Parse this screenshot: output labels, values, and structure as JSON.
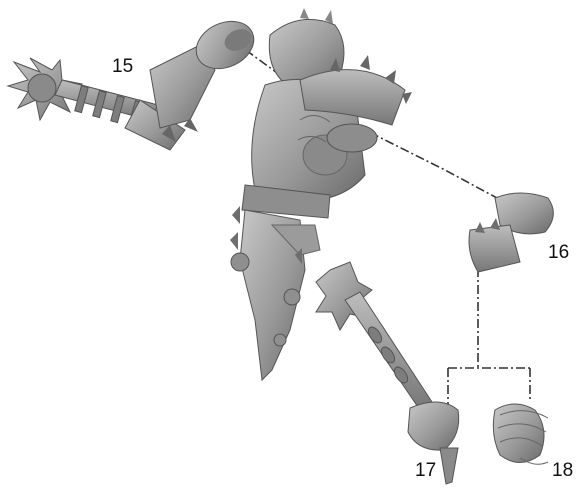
{
  "callouts": {
    "part_15": "15",
    "part_16": "16",
    "part_17": "17",
    "part_18": "18"
  },
  "icons": {
    "figure": "armored-warrior-body-icon",
    "mace_arm": "spiked-mace-arm-icon",
    "left_hand": "gauntlet-hand-icon",
    "weapon_hand": "mace-hand-icon",
    "open_hand": "open-hand-icon"
  },
  "colors": {
    "model_fill": "#9a9a9a",
    "model_shadow": "#6e6e6e",
    "model_highlight": "#c4c4c4",
    "leader_line": "#333333"
  }
}
